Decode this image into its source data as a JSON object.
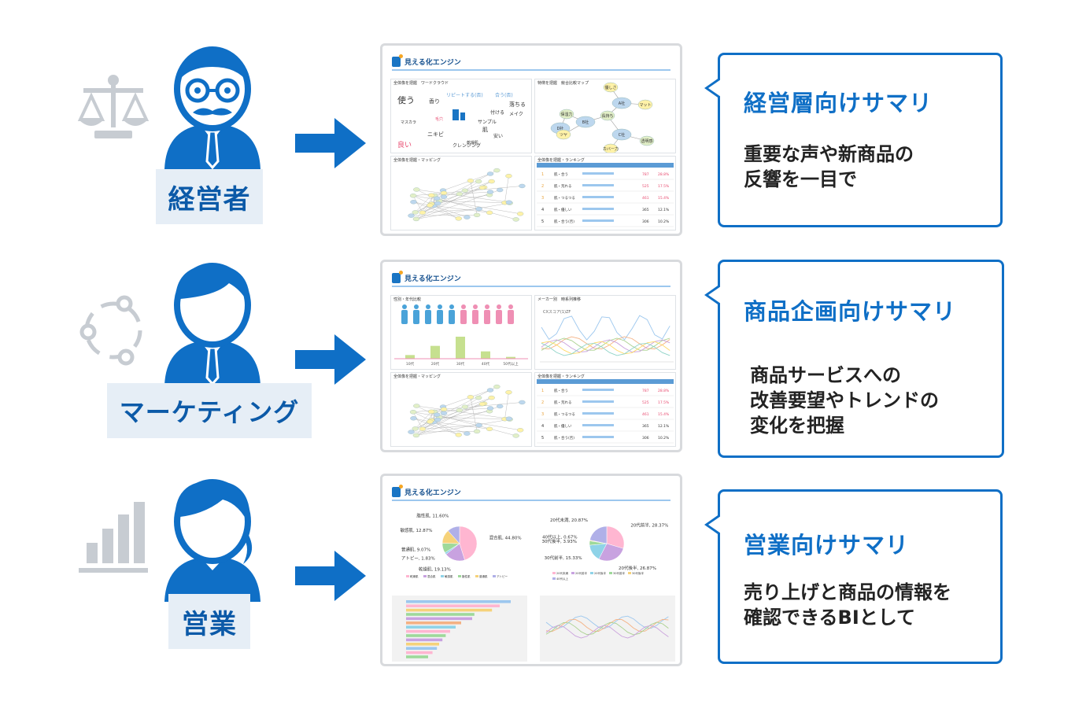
{
  "colors": {
    "accent": "#0f6fc6",
    "role_bg": "#e6eef6",
    "gray_icon": "#c7ccd2",
    "frame": "#d8dadd"
  },
  "app": {
    "logo_text": "見える化エンジン"
  },
  "rows": [
    {
      "role": "経営者",
      "side_icon": "balance-scale-icon",
      "person_icon": "executive-with-mustache-icon",
      "bubble_title": "経営層向けサマリ",
      "bubble_body": "重要な声や新商品の\n反響を一目で",
      "panels": [
        "全体像を把握　ワードクラウド",
        "特徴を把握　競合比較マップ",
        "全体像を把握・マッピング",
        "全体像を把握・ランキング"
      ],
      "word_cloud": [
        "使う",
        "香り",
        "リピートする(否)",
        "合う(否)",
        "落ちる",
        "付ける",
        "サンプル",
        "肌",
        "安い",
        "ニキビ",
        "クレンジング",
        "良い",
        "メイク",
        "マスカラ",
        "乾燥肌",
        "毛穴"
      ],
      "map_labels": [
        "A社",
        "B社",
        "C社",
        "D社",
        "優しさ",
        "マット",
        "保湿力",
        "長持ち",
        "ツヤ",
        "カバー力",
        "透明感"
      ],
      "ranking": [
        {
          "rank": "1",
          "text": "肌・合う",
          "value": "787",
          "pct": "28.8%"
        },
        {
          "rank": "2",
          "text": "肌・荒れる",
          "value": "525",
          "pct": "17.5%"
        },
        {
          "rank": "3",
          "text": "肌・つるつる",
          "value": "461",
          "pct": "15.4%"
        },
        {
          "rank": "4",
          "text": "肌・優しい",
          "value": "365",
          "pct": "12.1%"
        },
        {
          "rank": "5",
          "text": "肌・合う(否)",
          "value": "306",
          "pct": "10.2%"
        }
      ]
    },
    {
      "role": "マーケティング",
      "side_icon": "connected-nodes-icon",
      "person_icon": "marketer-icon",
      "bubble_title": "商品企画向けサマリ",
      "bubble_body": "商品サービスへの\n改善要望やトレンドの\n変化を把握",
      "panels": [
        "性別・年代比較",
        "メーカー別　時系列推移",
        "全体像を把握・マッピング",
        "全体像を把握・ランキング"
      ],
      "age_axis": [
        "10代",
        "20代",
        "30代",
        "40代",
        "50代以上"
      ],
      "age_values": [
        4,
        14,
        24,
        8,
        2
      ],
      "line_label": "CXスコア(1)ZF"
    },
    {
      "role": "営業",
      "side_icon": "bar-chart-icon",
      "person_icon": "sales-woman-icon",
      "bubble_title": "営業向けサマリ",
      "bubble_body": "売り上げと商品の情報を\n確認できるBIとして"
    }
  ],
  "chart_data": [
    {
      "type": "pie",
      "title": "",
      "categories": [
        "混合肌",
        "乾燥肌",
        "アトピー",
        "普通肌",
        "敏感肌",
        "脂性肌"
      ],
      "values": [
        44.8,
        19.13,
        1.83,
        9.07,
        12.87,
        11.6
      ],
      "labels": [
        "混合肌, 44.80%",
        "乾燥肌, 19.13%",
        "アトピー, 1.83%",
        "普通肌, 9.07%",
        "敏感肌, 12.87%",
        "脂性肌, 11.60%"
      ]
    },
    {
      "type": "pie",
      "title": "",
      "categories": [
        "20代前半",
        "20代後半",
        "30代前半",
        "30代後半",
        "40代以上",
        "20代未満"
      ],
      "values": [
        28.37,
        26.87,
        15.33,
        3.93,
        0.67,
        20.87
      ],
      "labels": [
        "20代前半, 28.37%",
        "20代後半, 26.87%",
        "30代前半, 15.33%",
        "30代後半, 3.93%",
        "40代以上, 0.67%",
        "20代未満, 20.87%"
      ]
    }
  ],
  "legend": [
    "乾燥肌",
    "混合肌",
    "敏感肌",
    "脂性肌",
    "普通肌",
    "アトピー"
  ],
  "legend2": [
    "20代未満",
    "20代前半",
    "20代後半",
    "30代前半",
    "30代後半",
    "40代以上"
  ],
  "bars": [
    0.95,
    0.85,
    0.78,
    0.62,
    0.6,
    0.5,
    0.45,
    0.4,
    0.36,
    0.33,
    0.3,
    0.28,
    0.24,
    0.2
  ]
}
